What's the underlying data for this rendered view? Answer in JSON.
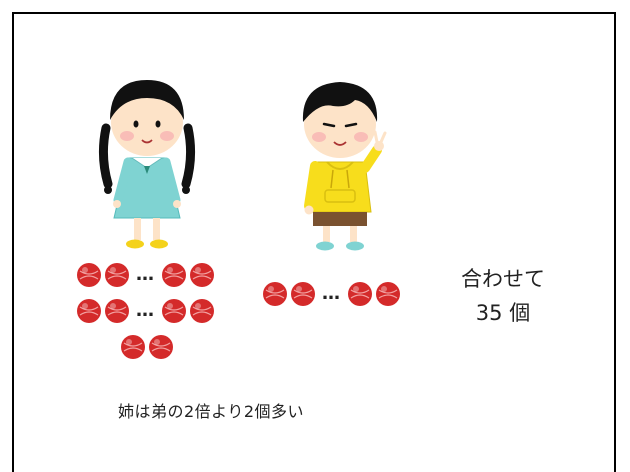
{
  "total": {
    "line1": "合わせて",
    "line2": "35 個"
  },
  "sister_balls": {
    "row1_dots": "…",
    "row2_dots": "…"
  },
  "brother_balls": {
    "dots": "…"
  },
  "caption": "姉は弟の2倍より2個多い",
  "colors": {
    "ball": "#d42a2a",
    "sister_dress": "#7fd3d2",
    "brother_hoodie": "#f7dd1c",
    "frame": "#000000"
  }
}
